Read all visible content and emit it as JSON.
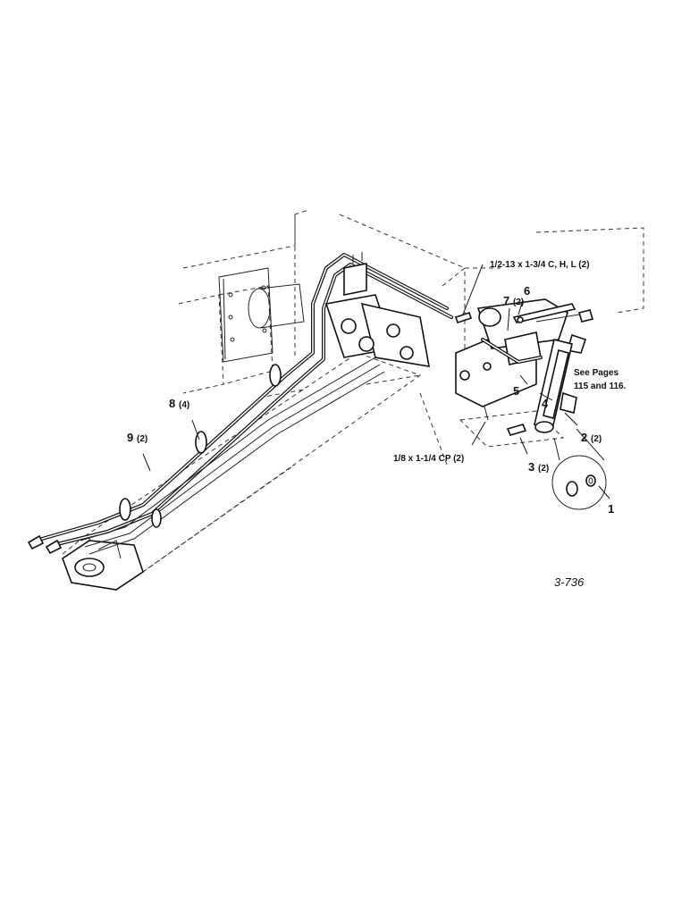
{
  "callouts": [
    {
      "number": "1",
      "qty": ""
    },
    {
      "number": "2",
      "qty": "(2)"
    },
    {
      "number": "3",
      "qty": "(2)"
    },
    {
      "number": "4",
      "qty": ""
    },
    {
      "number": "5",
      "qty": ""
    },
    {
      "number": "6",
      "qty": ""
    },
    {
      "number": "7",
      "qty": "(2)"
    },
    {
      "number": "8",
      "qty": "(4)"
    },
    {
      "number": "9",
      "qty": "(2)"
    }
  ],
  "notes": {
    "bolt_spec": "1/2-13 x 1-3/4  C, H, L (2)",
    "pin_spec": "1/8 x 1-1/4 CP (2)",
    "see_pages_line1": "See Pages",
    "see_pages_line2": "115 and 116."
  },
  "figure_id": "3-736"
}
